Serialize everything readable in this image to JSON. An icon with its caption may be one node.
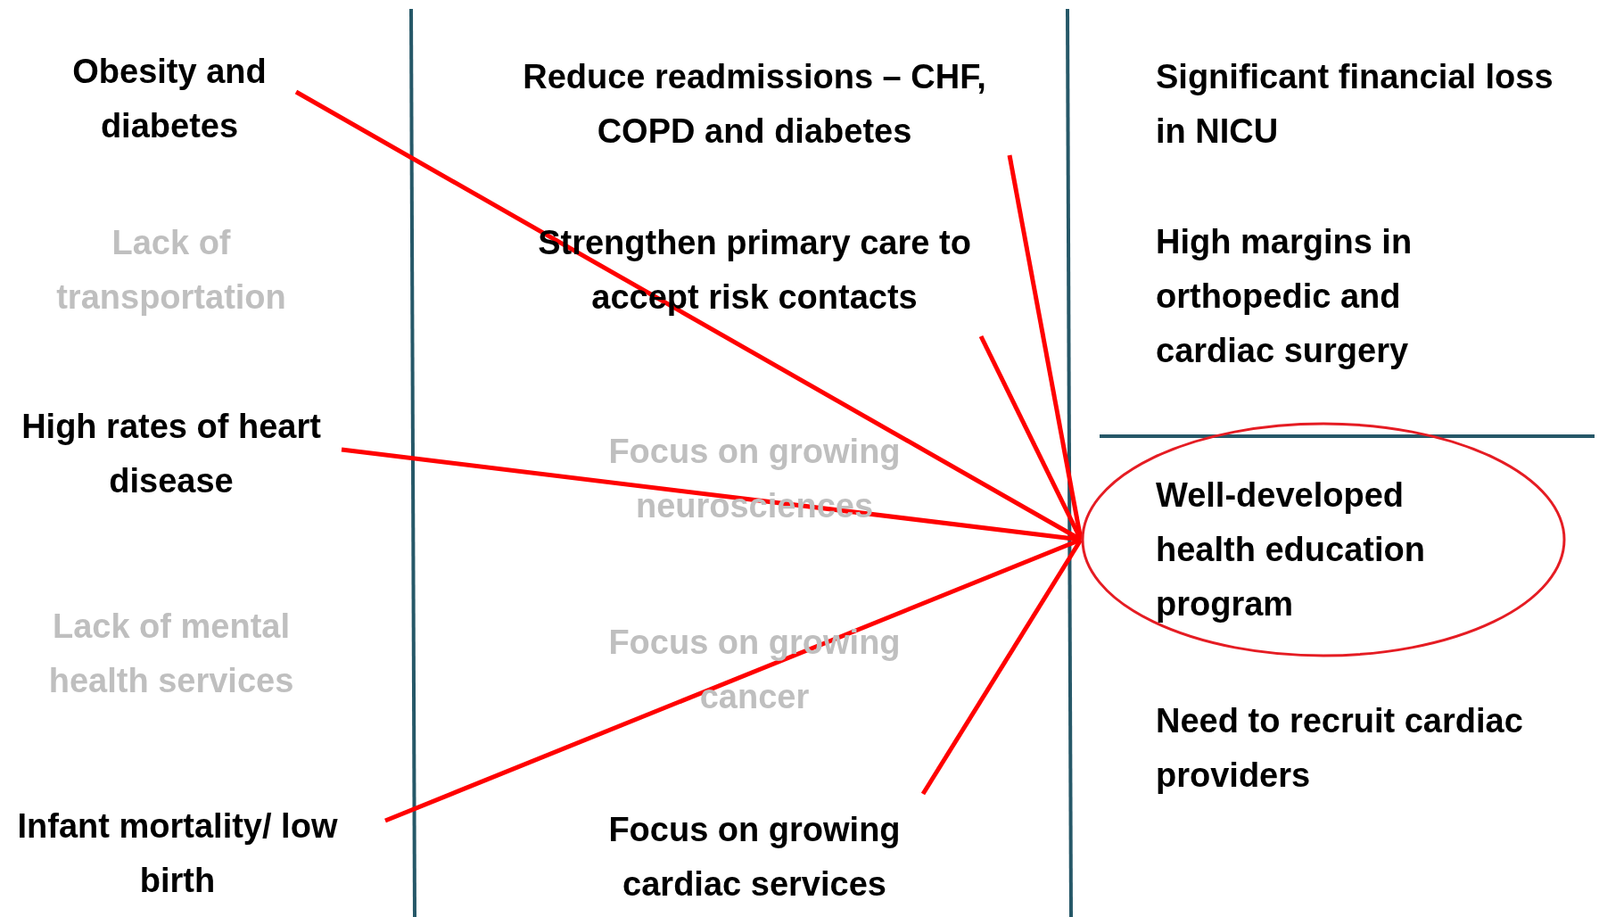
{
  "diagram": {
    "nodes": [
      {
        "text": [
          "Obesity and diabetes"
        ]
      },
      {
        "text": [
          "Reduce readmissions – CHF, COPD and diabetes"
        ]
      },
      {
        "text": [
          "Strengthen primary care to accept risk contacts"
        ]
      },
      {
        "text": [
          "High rates of heart disease"
        ]
      },
      {
        "text": [
          "Well-developed health education program"
        ]
      },
      {
        "text": [
          "Infant mortality/ low birth"
        ]
      },
      {
        "text": [
          "Focus on growing cardiac services"
        ]
      }
    ],
    "edges": [
      {
        "from": 0,
        "to": 4,
        "arrow": "none"
      },
      {
        "from": 1,
        "to": 4,
        "arrow": "none"
      },
      {
        "from": 2,
        "to": 4,
        "arrow": "none"
      },
      {
        "from": 3,
        "to": 4,
        "arrow": "none"
      },
      {
        "from": 5,
        "to": 4,
        "arrow": "none"
      },
      {
        "from": 6,
        "to": 4,
        "arrow": "none"
      }
    ],
    "labels": [
      "Significant financial loss in NICU",
      "Lack of transportation",
      "High margins in orthopedic and cardiac surgery",
      "Focus on growing neurosciences",
      "Lack of mental health services",
      "Focus on growing cancer",
      "Need to recruit cardiac providers"
    ]
  }
}
